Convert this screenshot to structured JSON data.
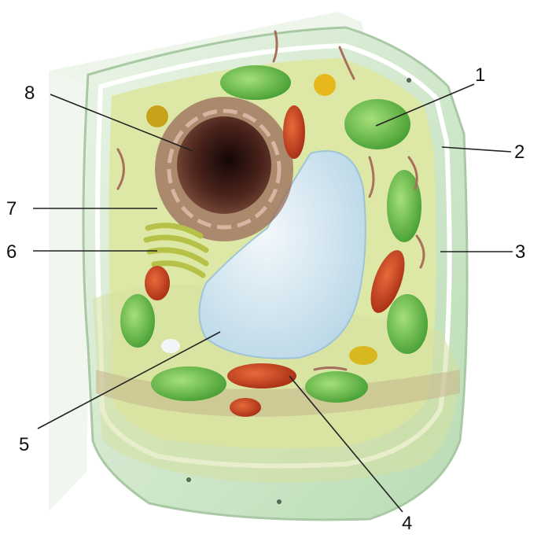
{
  "diagram": {
    "labels": [
      "1",
      "2",
      "3",
      "4",
      "5",
      "6",
      "7",
      "8"
    ]
  },
  "colors": {
    "background": "#ffffff",
    "cell_wall": "#cfe6c9",
    "cytoplasm": "#dfe8a8",
    "vacuole": "#cfe3ee",
    "nucleus": "#3a1c16",
    "chloroplast": "#6cc24a",
    "mitochondrion": "#cc4422",
    "golgi": "#b9c24e",
    "lines": "#222222"
  }
}
